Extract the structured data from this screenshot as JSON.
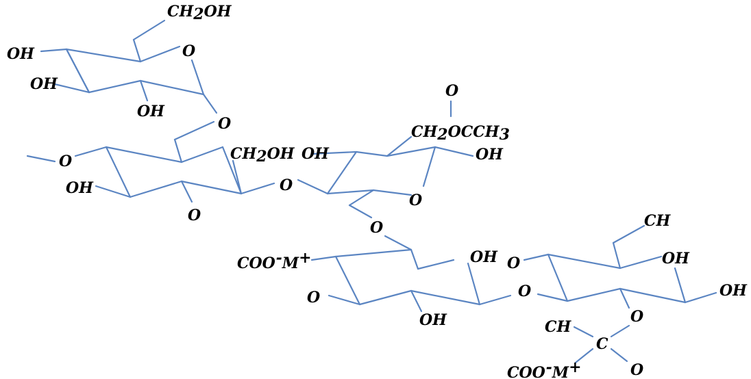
{
  "structure": {
    "ring1": {
      "ch2oh": "CH2OH",
      "oh_a": "OH",
      "oh_b": "OH",
      "oh_c": "OH",
      "ring_o": "O",
      "glyco_o": "O"
    },
    "ring2": {
      "o_left": "O",
      "oh": "OH",
      "ch2oh": "CH2OH",
      "ring_o": "O",
      "link_o": "O"
    },
    "ring3": {
      "acetyl_o": "O",
      "acetyl": "CH2OCCH3",
      "oh_left": "OH",
      "oh_right": "OH",
      "ring_o": "O",
      "link_o": "O"
    },
    "ring4": {
      "carboxylate": "COO-M+",
      "oh_top": "OH",
      "o_left": "O",
      "oh_bottom": "OH"
    },
    "ring5": {
      "ch": "CH",
      "o_left": "O",
      "oh_right": "OH",
      "o_mid": "O",
      "oh_far": "OH",
      "o_lower": "O"
    },
    "pyruvate": {
      "ch": "CH",
      "c": "C",
      "o": "O",
      "carboxylate": "COO-M+"
    }
  }
}
